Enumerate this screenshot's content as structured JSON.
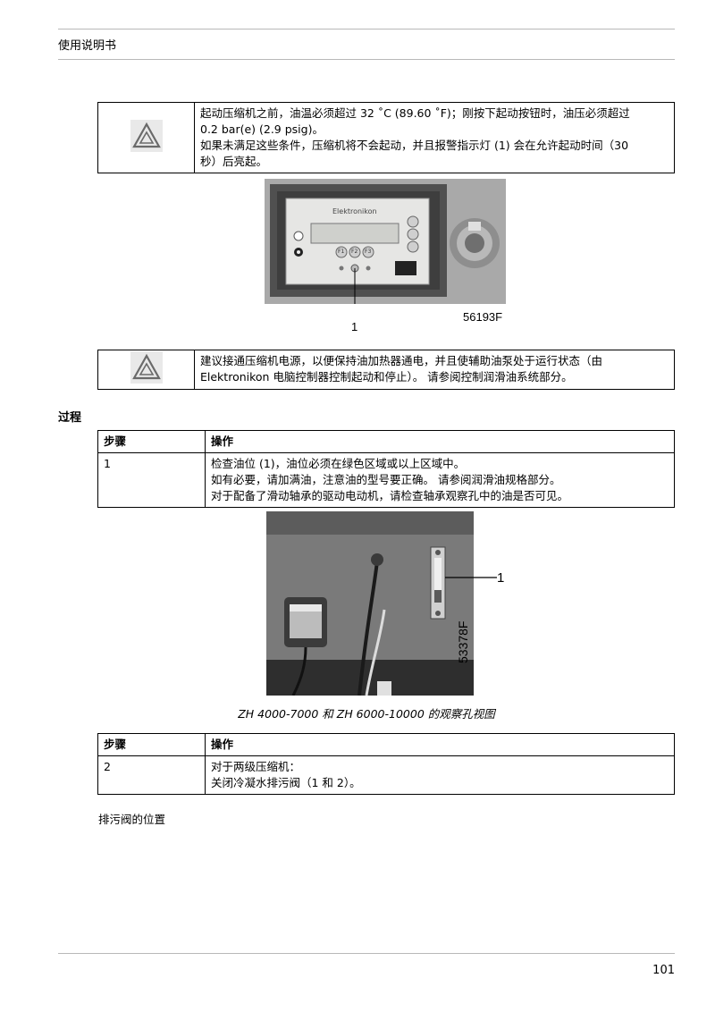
{
  "header": {
    "title": "使用说明书"
  },
  "warning1": {
    "lines": [
      "起动压缩机之前，油温必须超过 32 ˚C (89.60 ˚F)；刚按下起动按钮时，油压必须超过",
      "0.2 bar(e) (2.9 psig)。",
      "如果未满足这些条件，压缩机将不会起动，并且报警指示灯 (1) 会在允许起动时间（30",
      "秒）后亮起。"
    ]
  },
  "figure1": {
    "brand": "Elektronikon",
    "buttons": [
      "F1",
      "F2",
      "F3"
    ],
    "callout": "1",
    "code": "56193F"
  },
  "warning2": {
    "lines": [
      "建议接通压缩机电源，以便保持油加热器通电，并且使辅助油泵处于运行状态（由",
      "Elektronikon 电脑控制器控制起动和停止）。 请参阅控制润滑油系统部分。"
    ]
  },
  "section": {
    "heading": "过程"
  },
  "table1": {
    "header": {
      "step": "步骤",
      "action": "操作"
    },
    "step": "1",
    "lines": [
      "检查油位 (1)，油位必须在绿色区域或以上区域中。",
      "如有必要，请加满油，注意油的型号要正确。 请参阅润滑油规格部分。",
      "对于配备了滑动轴承的驱动电动机，请检查轴承观察孔中的油是否可见。"
    ]
  },
  "figure2": {
    "callout": "1",
    "code": "53378F",
    "caption": "ZH 4000-7000 和 ZH 6000-10000 的观察孔视图"
  },
  "table2": {
    "header": {
      "step": "步骤",
      "action": "操作"
    },
    "step": "2",
    "lines": [
      "对于两级压缩机：",
      "关闭冷凝水排污阀（1 和 2）。"
    ]
  },
  "note": {
    "text": "排污阀的位置"
  },
  "footer": {
    "page_number": "101"
  }
}
